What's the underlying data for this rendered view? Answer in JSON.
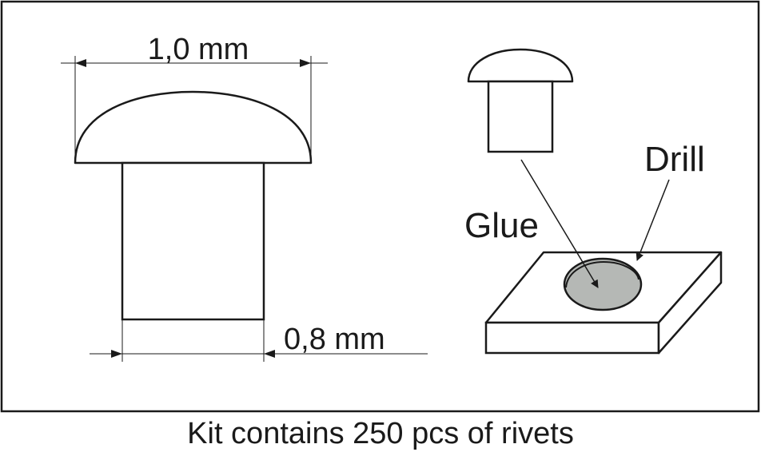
{
  "labels": {
    "head_diameter": "1,0 mm",
    "shank_diameter": "0,8 mm",
    "drill": "Drill",
    "glue": "Glue"
  },
  "caption": "Kit contains 250 pcs of rivets",
  "colors": {
    "line": "#1a1a1a",
    "hole_fill": "#b5b8b5",
    "background": "#ffffff"
  }
}
